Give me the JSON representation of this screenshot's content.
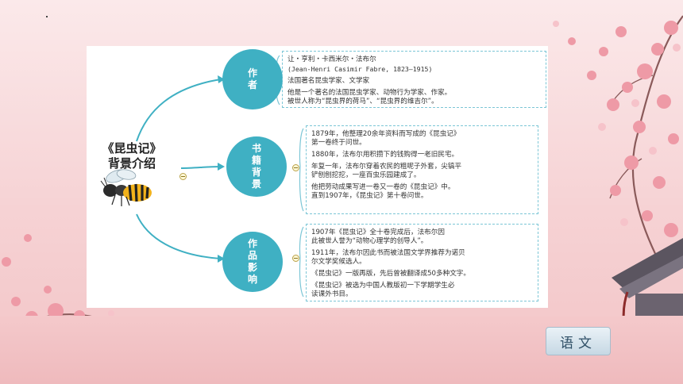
{
  "title_lines": [
    "《昆虫记》",
    "背景介绍"
  ],
  "nodes": [
    {
      "label": "作者"
    },
    {
      "label": "书籍背景"
    },
    {
      "label": "作品影响"
    }
  ],
  "author_box": {
    "lines": [
      "让・亨利・卡西米尔・法布尔",
      "(Jean-Henri Casimir Fabre, 1823—1915)",
      "法国著名昆虫学家、文学家",
      "他是一个著名的法国昆虫学家、动物行为学家、作家。",
      "被世人称为“昆虫界的荷马”、“昆虫界的维吉尔”。"
    ]
  },
  "background_box": {
    "lines": [
      "1879年，他整理20余年资料而写成的《昆虫记》",
      "第一卷终于问世。",
      "1880年，法布尔用积攒下的钱购得一老旧民宅。",
      "年复一年，法布尔穿着农民的粗呢子外套，尖镐平",
      "铲刨刨挖挖，一座百虫乐园建成了。",
      "他把劳动成果写进一卷又一卷的《昆虫记》中。",
      "直到1907年，《昆虫记》第十卷问世。"
    ]
  },
  "impact_box": {
    "lines": [
      "1907年《昆虫记》全十卷完成后，法布尔因",
      "此被世人誉为“动物心理学的创导人”。",
      "1911年，法布尔因此书而被法国文学界推荐为诺贝",
      "尔文学奖候选人。",
      "《昆虫记》一版再版，先后曾被翻译成50多种文字。",
      "《昆虫记》被选为中国人教版初一下学期学生必",
      "读课外书目。"
    ]
  },
  "badge": {
    "label": "语文"
  },
  "colors": {
    "node": "#3fb0c3",
    "connector": "#3fb0c3",
    "box_border": "#7cc6d6",
    "blossom": "#e88b98"
  }
}
